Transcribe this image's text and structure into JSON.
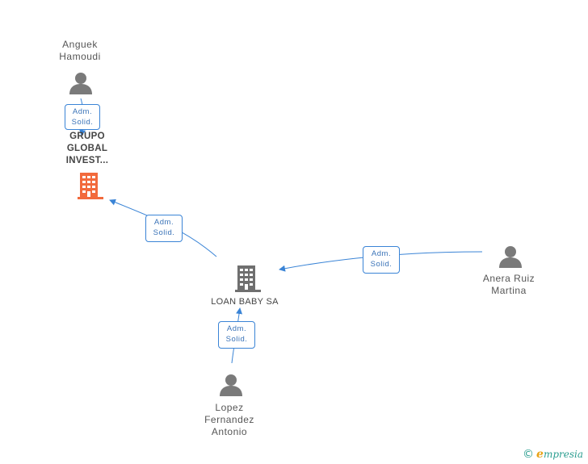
{
  "nodes": {
    "anguek": {
      "label_line1": "Anguek",
      "label_line2": "Hamoudi"
    },
    "grupo": {
      "label_line1": "GRUPO",
      "label_line2": "GLOBAL",
      "label_line3": "INVEST..."
    },
    "loan": {
      "label": "LOAN BABY SA"
    },
    "anera": {
      "label_line1": "Anera Ruiz",
      "label_line2": "Martina"
    },
    "lopez": {
      "label_line1": "Lopez",
      "label_line2": "Fernandez",
      "label_line3": "Antonio"
    }
  },
  "edges": {
    "e1": {
      "line1": "Adm.",
      "line2": "Solid."
    },
    "e2": {
      "line1": "Adm.",
      "line2": "Solid."
    },
    "e3": {
      "line1": "Adm.",
      "line2": "Solid."
    },
    "e4": {
      "line1": "Adm.",
      "line2": "Solid."
    }
  },
  "colors": {
    "edge": "#3a84d6",
    "person": "#7a7a7a",
    "company_main": "#f26a3c",
    "company": "#6f6f6f"
  },
  "footer": {
    "copyright": "©",
    "brand_first": "e",
    "brand_rest": "mpresia"
  }
}
